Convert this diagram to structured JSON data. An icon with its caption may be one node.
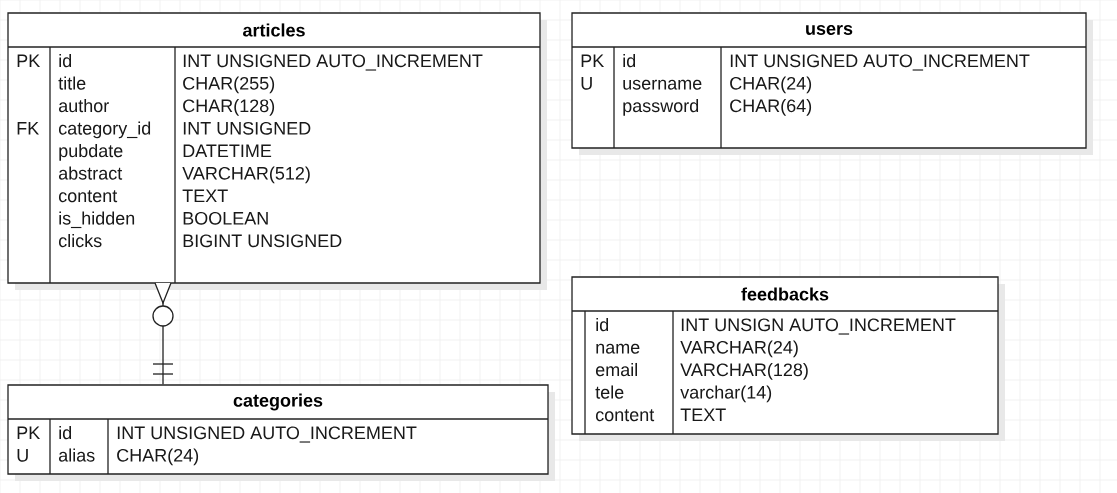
{
  "diagram": {
    "nodes": [
      {
        "text": [
          "articles",
          "PK",
          "id",
          "INT UNSIGNED AUTO_INCREMENT",
          "title",
          "CHAR(255)",
          "author",
          "CHAR(128)",
          "FK",
          "category_id",
          "INT UNSIGNED",
          "pubdate",
          "DATETIME",
          "abstract",
          "VARCHAR(512)",
          "content",
          "TEXT",
          "is_hidden",
          "BOOLEAN",
          "clicks",
          "BIGINT UNSIGNED"
        ]
      },
      {
        "text": [
          "users",
          "PK",
          "id",
          "INT UNSIGNED AUTO_INCREMENT",
          "U",
          "username",
          "CHAR(24)",
          "password",
          "CHAR(64)"
        ]
      },
      {
        "text": [
          "feedbacks",
          "id",
          "INT UNSIGN AUTO_INCREMENT",
          "name",
          "VARCHAR(24)",
          "email",
          "VARCHAR(128)",
          "tele",
          "varchar(14)",
          "content",
          "TEXT"
        ]
      },
      {
        "text": [
          "categories",
          "PK",
          "id",
          "INT UNSIGNED AUTO_INCREMENT",
          "U",
          "alias",
          "CHAR(24)"
        ]
      }
    ],
    "edges": [
      {
        "from": 0,
        "to": 3,
        "arrow": "other"
      }
    ]
  }
}
